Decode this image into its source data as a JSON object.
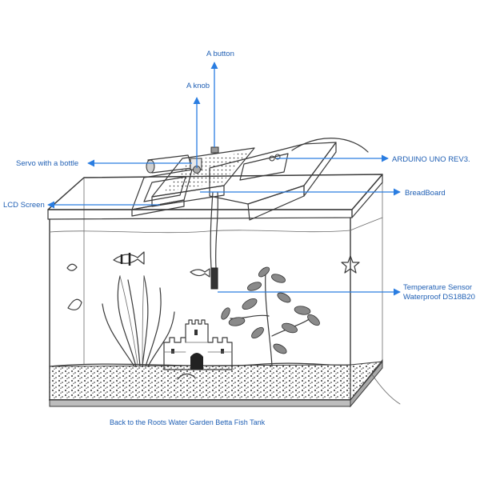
{
  "labels": {
    "button": "A button",
    "knob": "A knob",
    "servo": "Servo with a bottle",
    "lcd": "LCD Screen",
    "arduino": "ARDUINO UNO REV3.",
    "breadboard": "BreadBoard",
    "temp_line1": "Temperature Sensor",
    "temp_line2": "Waterproof DS18B20"
  },
  "caption": "Back to the Roots Water Garden Betta Fish Tank",
  "colors": {
    "annotation": "#2a7de1",
    "label_text": "#1f5fb4",
    "sketch": "#3a3a3a"
  }
}
